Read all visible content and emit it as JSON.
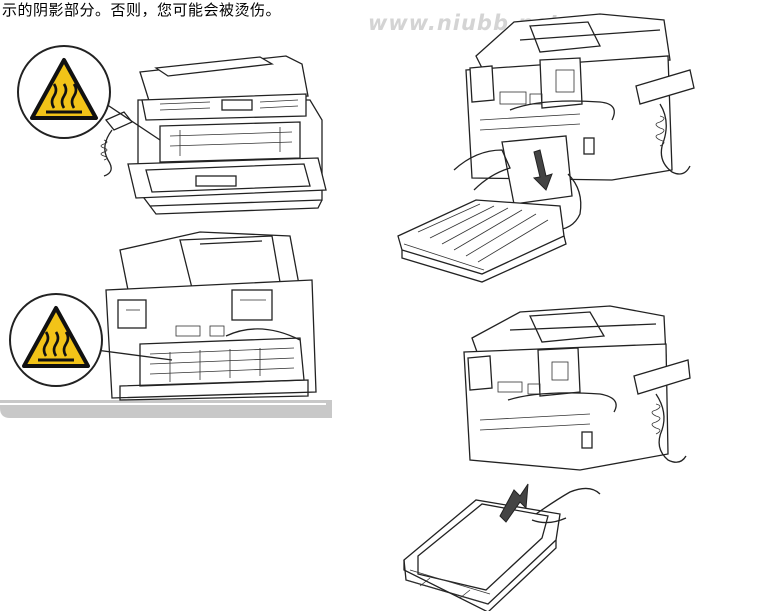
{
  "document": {
    "caption": "示的阴影部分。否则，您可能会被烫伤。",
    "watermark": "www.niubb.net",
    "colors": {
      "warning_yellow": "#f2c318",
      "shadow_gray": "#c8c8c8",
      "ink": "#222222"
    },
    "icons": [
      "hot-surface-warning-icon",
      "hot-surface-warning-icon"
    ],
    "illustrations": [
      "printer-front-open-illustration",
      "printer-back-open-illustration",
      "jammed-paper-removal-illustration",
      "paper-tray-insert-illustration"
    ]
  }
}
